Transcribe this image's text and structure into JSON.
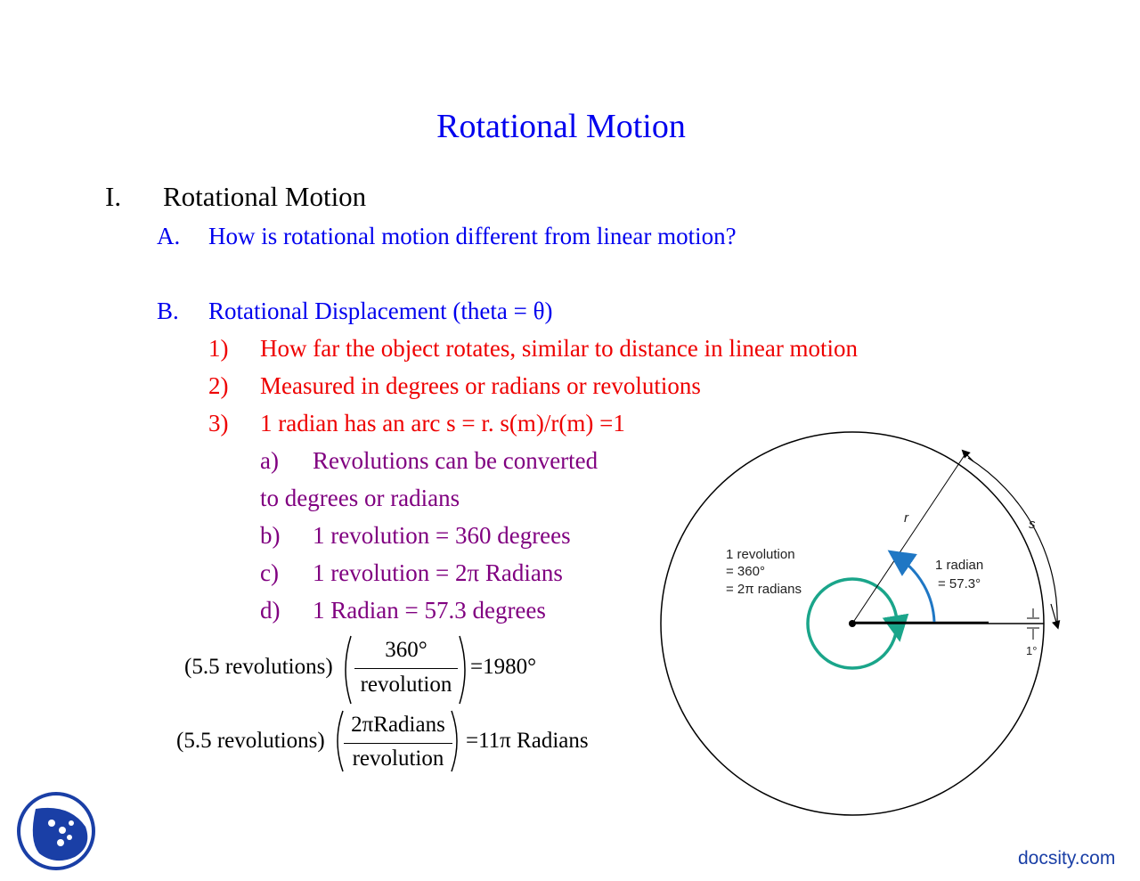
{
  "title": "Rotational Motion",
  "section": {
    "number": "I.",
    "heading": "Rotational Motion"
  },
  "itemA": {
    "marker": "A.",
    "text": "How is rotational motion different from linear motion?"
  },
  "itemB": {
    "marker": "B.",
    "text": "Rotational Displacement (theta = θ)"
  },
  "numbered": [
    {
      "marker": "1)",
      "text": "How far the object rotates, similar to distance in linear motion"
    },
    {
      "marker": "2)",
      "text": "Measured in degrees or radians or revolutions"
    },
    {
      "marker": "3)",
      "text": "1 radian has an arc s = r.  s(m)/r(m) =1"
    }
  ],
  "lettered": [
    {
      "marker": "a)",
      "text": "Revolutions can be converted"
    },
    {
      "marker": "",
      "text": "to degrees or radians"
    },
    {
      "marker": "b)",
      "text": "1 revolution = 360 degrees"
    },
    {
      "marker": "c)",
      "text": "1 revolution = 2π Radians"
    },
    {
      "marker": "d)",
      "text": "1 Radian = 57.3 degrees"
    }
  ],
  "equations": [
    {
      "left": "(5.5 revolutions)",
      "numerator": "360°",
      "denominator": "revolution",
      "result": "=1980°"
    },
    {
      "left": "(5.5 revolutions)",
      "numerator": "2πRadians",
      "denominator": "revolution",
      "result": "=11π Radians"
    }
  ],
  "diagram": {
    "revolution_lines": [
      "1 revolution",
      "= 360°",
      "= 2π radians"
    ],
    "radian_lines": [
      "1 radian",
      "= 57.3°"
    ],
    "r_label": "r",
    "s_label": "s",
    "degree_label": "1°"
  },
  "footer": {
    "brand": "docsity.com"
  },
  "colors": {
    "title": "#0000ee",
    "red": "#ee0000",
    "purple": "#800080",
    "teal": "#1aa58a",
    "arrow_blue": "#1f77c4"
  }
}
